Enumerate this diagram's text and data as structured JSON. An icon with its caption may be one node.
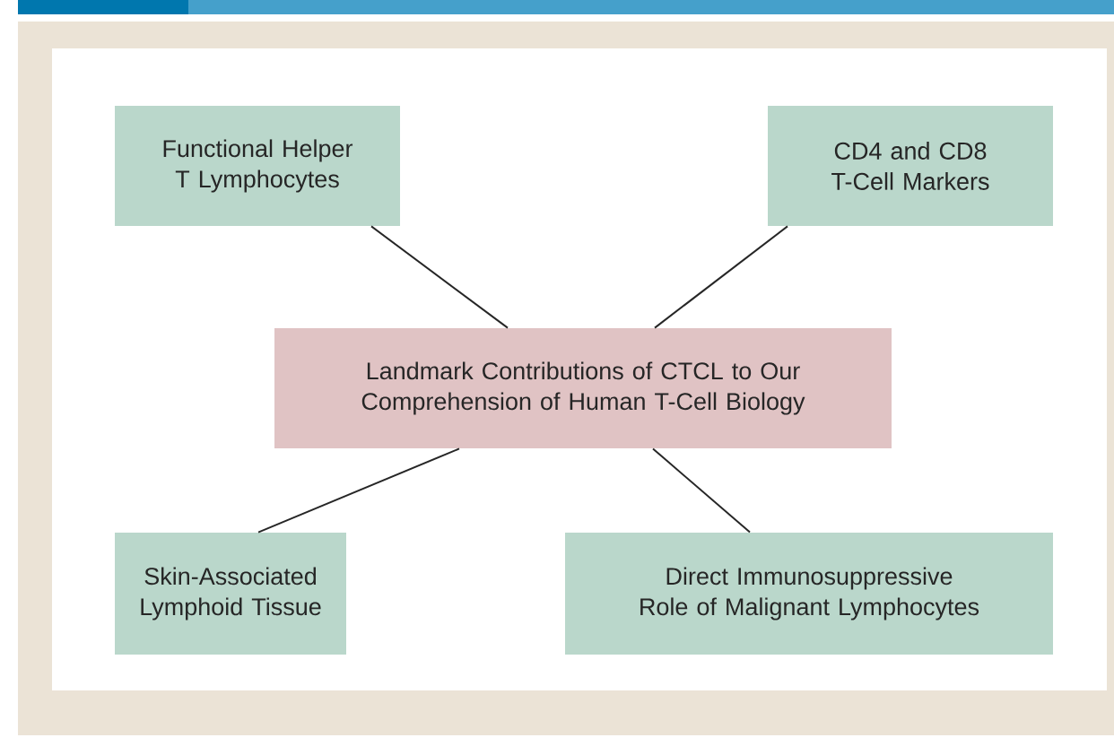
{
  "diagram": {
    "nodes": [
      {
        "text": [
          "Functional Helper T Lymphocytes"
        ]
      },
      {
        "text": [
          "CD4 and CD8 T-Cell Markers"
        ]
      },
      {
        "text": [
          "Landmark Contributions of CTCL to Our Comprehension of Human T-Cell Biology"
        ]
      },
      {
        "text": [
          "Skin-Associated Lymphoid Tissue"
        ]
      },
      {
        "text": [
          "Direct Immunosuppressive Role of Malignant Lymphocytes"
        ]
      }
    ],
    "edges": [
      {
        "from": 0,
        "to": 2,
        "arrow": "none"
      },
      {
        "from": 1,
        "to": 2,
        "arrow": "none"
      },
      {
        "from": 3,
        "to": 2,
        "arrow": "none"
      },
      {
        "from": 4,
        "to": 2,
        "arrow": "none"
      }
    ]
  }
}
